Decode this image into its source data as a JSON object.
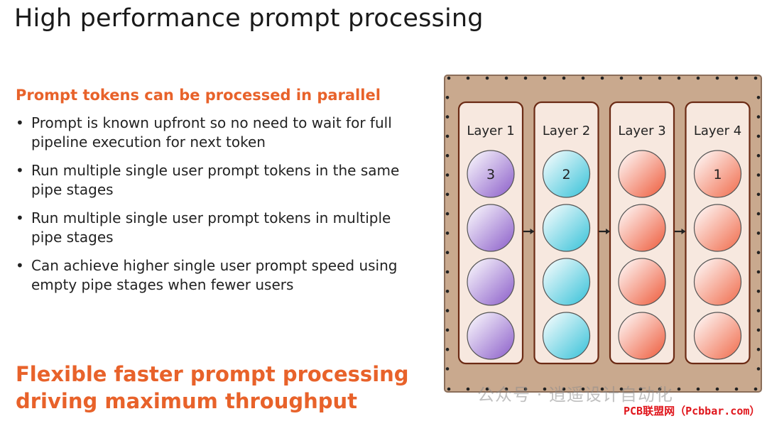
{
  "slide": {
    "title": "High performance prompt processing",
    "subheading": "Prompt tokens can be processed in parallel",
    "bullets": [
      "Prompt is known upfront so no need to wait for full pipeline execution for next token",
      "Run multiple single user prompt tokens in the same pipe stages",
      "Run multiple single user prompt tokens in multiple pipe stages",
      "Can achieve higher single user prompt speed using empty pipe stages when fewer users"
    ],
    "tagline_line1": "Flexible faster prompt processing",
    "tagline_line2": "driving maximum throughput"
  },
  "diagram": {
    "layers": [
      {
        "label": "Layer 1",
        "tokens": [
          "3",
          "",
          "",
          ""
        ],
        "color": "#8a5cc9"
      },
      {
        "label": "Layer 2",
        "tokens": [
          "2",
          "",
          "",
          ""
        ],
        "color": "#35c1d8"
      },
      {
        "label": "Layer 3",
        "tokens": [
          "",
          "",
          "",
          ""
        ],
        "color": "#ee5a3a"
      },
      {
        "label": "Layer 4",
        "tokens": [
          "1",
          "",
          "",
          ""
        ],
        "color": "#f06a4a"
      }
    ]
  },
  "watermark": "公众号 · 逍遥设计自动化",
  "credit": "PCB联盟网（Pcbbar.com）",
  "colors": {
    "accent": "#e8622a",
    "board": "#c9a98e",
    "panel": "#f7e8df",
    "panel_border": "#6b2a14"
  }
}
